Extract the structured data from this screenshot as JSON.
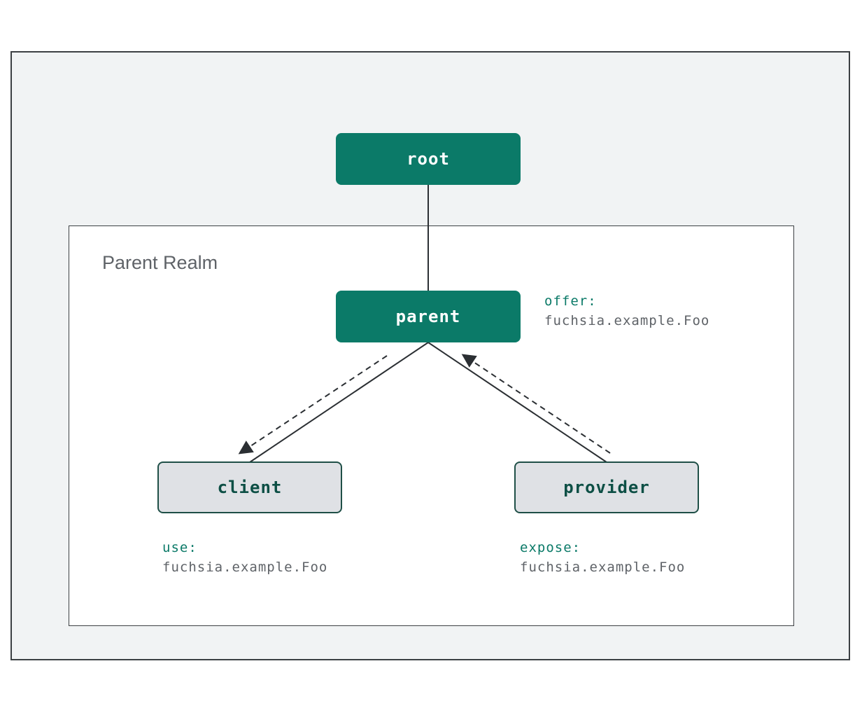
{
  "realm_label": "Parent Realm",
  "nodes": {
    "root": "root",
    "parent": "parent",
    "client": "client",
    "provider": "provider"
  },
  "annotations": {
    "offer": {
      "keyword": "offer:",
      "value": "fuchsia.example.Foo"
    },
    "use": {
      "keyword": "use:",
      "value": "fuchsia.example.Foo"
    },
    "expose": {
      "keyword": "expose:",
      "value": "fuchsia.example.Foo"
    }
  },
  "colors": {
    "node_dark": "#0b7a68",
    "node_light": "#dfe1e5",
    "outer_background": "#f1f3f4",
    "edge": "#2b2f33"
  }
}
